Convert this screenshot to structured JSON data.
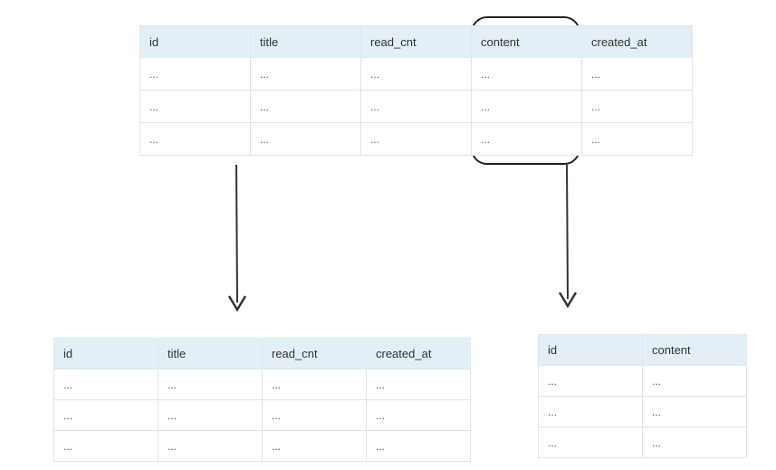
{
  "source_table": {
    "columns": [
      "id",
      "title",
      "read_cnt",
      "content",
      "created_at"
    ],
    "rows": [
      [
        "...",
        "...",
        "...",
        "...",
        "..."
      ],
      [
        "...",
        "...",
        "...",
        "...",
        "..."
      ],
      [
        "...",
        "...",
        "...",
        "...",
        "..."
      ]
    ],
    "highlighted_column": "content"
  },
  "left_table": {
    "columns": [
      "id",
      "title",
      "read_cnt",
      "created_at"
    ],
    "rows": [
      [
        "...",
        "...",
        "...",
        "..."
      ],
      [
        "...",
        "...",
        "...",
        "..."
      ],
      [
        "...",
        "...",
        "...",
        "..."
      ]
    ]
  },
  "right_table": {
    "columns": [
      "id",
      "content"
    ],
    "rows": [
      [
        "...",
        "..."
      ],
      [
        "...",
        "..."
      ],
      [
        "...",
        "..."
      ]
    ]
  },
  "colors": {
    "header_bg": "#e2eff7",
    "border": "#e3e3e3",
    "ink": "#222222"
  }
}
